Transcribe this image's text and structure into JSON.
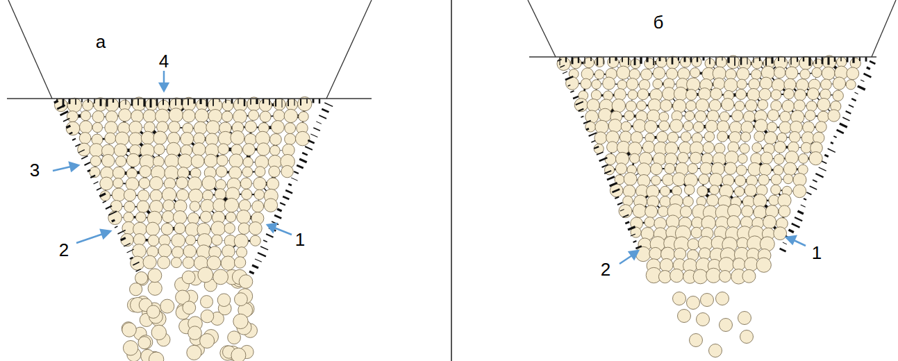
{
  "diagram": {
    "labels": [
      "а",
      "4",
      "3",
      "2",
      "1",
      "б",
      "2",
      "1"
    ]
  }
}
